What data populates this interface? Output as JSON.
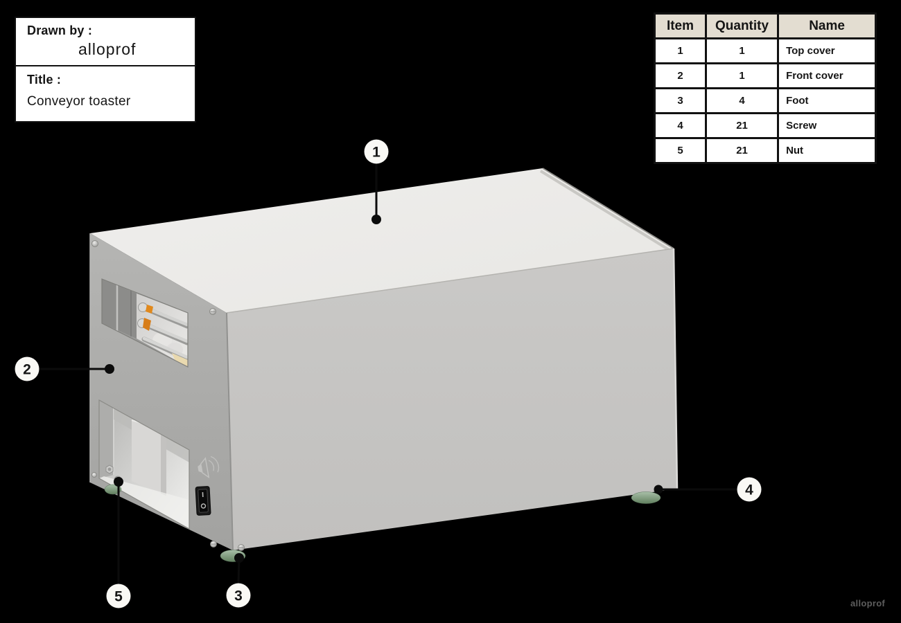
{
  "title_block": {
    "drawn_by_label": "Drawn by :",
    "drawn_by_value": "alloprof",
    "title_label": "Title :",
    "title_value": "Conveyor toaster"
  },
  "parts_table": {
    "headers": [
      "Item",
      "Quantity",
      "Name"
    ],
    "rows": [
      {
        "item": "1",
        "quantity": "1",
        "name": "Top cover"
      },
      {
        "item": "2",
        "quantity": "1",
        "name": "Front cover"
      },
      {
        "item": "3",
        "quantity": "4",
        "name": "Foot"
      },
      {
        "item": "4",
        "quantity": "21",
        "name": "Screw"
      },
      {
        "item": "5",
        "quantity": "21",
        "name": "Nut"
      }
    ]
  },
  "callouts": [
    {
      "label": "1"
    },
    {
      "label": "2"
    },
    {
      "label": "3"
    },
    {
      "label": "4"
    },
    {
      "label": "5"
    }
  ],
  "watermark": "alloprof",
  "colors": {
    "background": "#000000",
    "table_header_bg": "#e3ddd1",
    "top_face": "#ebeae7",
    "left_face": "#a8a8a6",
    "front_face": "#c5c4c2",
    "foot_green": "#7f9d80",
    "callout_fill": "#faf9f5",
    "heater_orange": "#e0891d"
  }
}
